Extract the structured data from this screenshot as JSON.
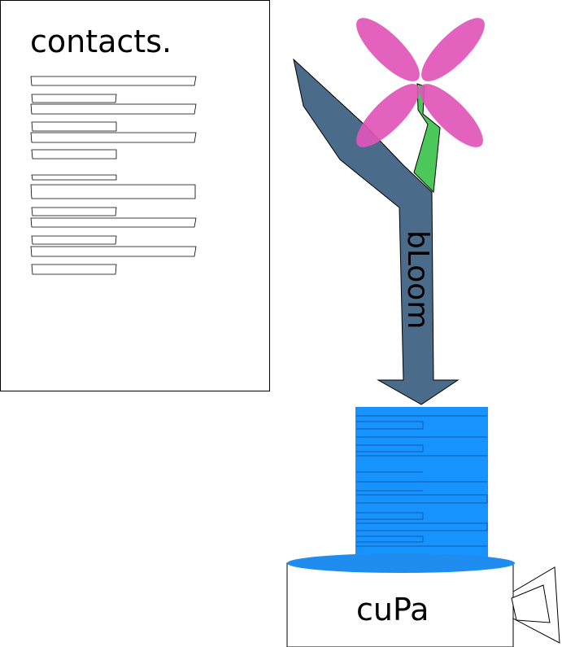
{
  "document": {
    "title": "contacts."
  },
  "arrow": {
    "label": "bLoom"
  },
  "cup": {
    "label": "cuPa"
  },
  "colors": {
    "arrow_fill": "#4a6b8a",
    "petal_fill": "#e055b8",
    "stem_fill": "#4cc85a",
    "stack_fill": "#1793ff",
    "cup_rim": "#1f8df0",
    "outline": "#000000"
  }
}
